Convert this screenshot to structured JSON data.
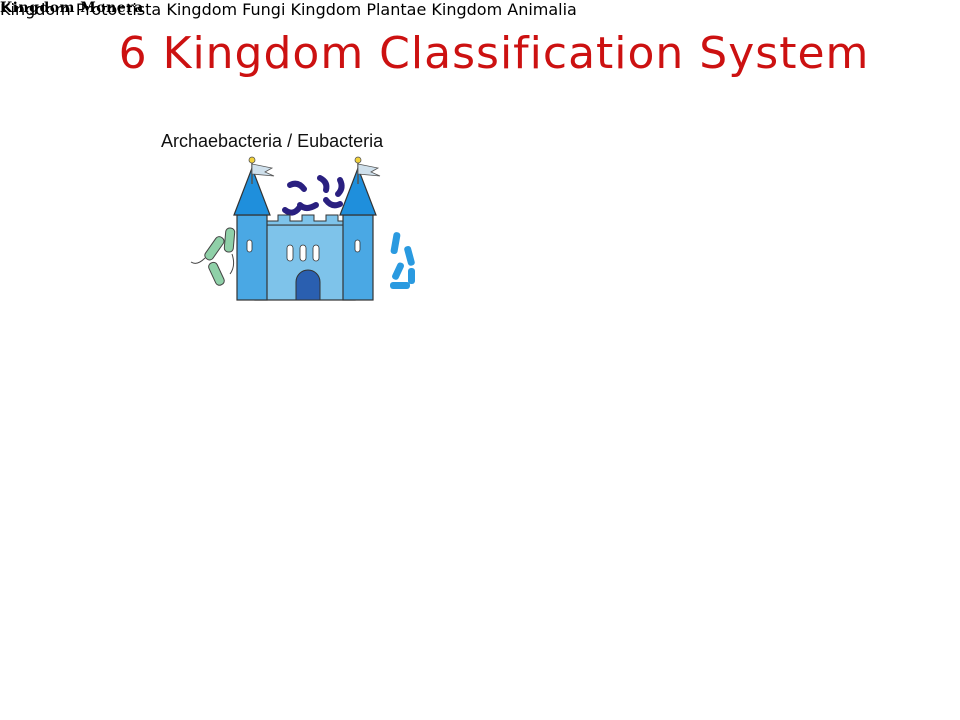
{
  "title": "6 Kingdom Classification System",
  "subtitle": "Archaebacteria / Eubacteria",
  "kingdoms": [
    {
      "label": "Kingdom Monera",
      "color": "#1e88d0",
      "castle_color": "#7ec3ea",
      "roof_color": "#1f8fdc"
    },
    {
      "label": "Kingdom Protoctista",
      "color": "#b0a7d8",
      "castle_color": "#bdb6dc",
      "roof_color": "#6f6aa8"
    },
    {
      "label": "Kingdom Fungi",
      "color": "#f3b87a",
      "castle_color": "#f6c79a",
      "roof_color": "#e8703a"
    },
    {
      "label": "Kingdom Plantae",
      "color": "#7cc29d",
      "castle_color": "#7fc7a4",
      "roof_color": "#3f9b6e"
    },
    {
      "label": "Kingdom Animalia",
      "color": "#e8604a",
      "castle_color": "#f0a08a",
      "roof_color": "#dc2a50"
    }
  ]
}
